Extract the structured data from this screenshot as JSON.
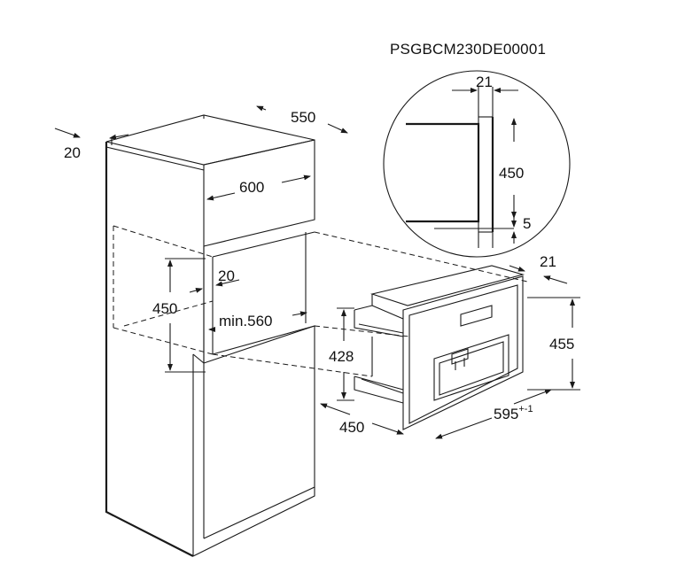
{
  "product_code": "PSGBCM230DE00001",
  "dimensions": {
    "cabinet_panel_thickness": "20",
    "cabinet_depth": "550",
    "cabinet_width": "600",
    "niche_height": "450",
    "niche_gap": "20",
    "niche_min_depth": "min.560",
    "detail_thickness": "21",
    "detail_height": "450",
    "detail_gap": "5",
    "appliance_front_depth": "21",
    "appliance_height": "455",
    "appliance_body_height": "428",
    "appliance_depth": "450",
    "appliance_width": "595",
    "appliance_width_tolerance": "+-1"
  }
}
